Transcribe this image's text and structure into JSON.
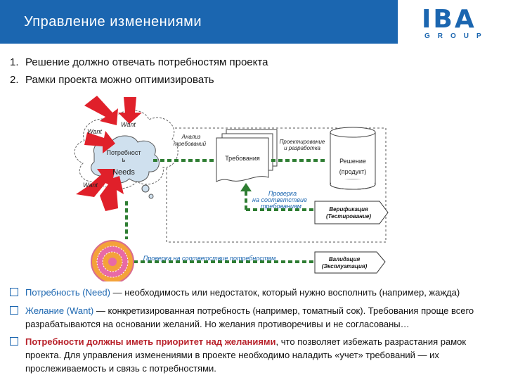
{
  "header": {
    "title": "Управление изменениями"
  },
  "logo": {
    "main": "IBA",
    "sub": "GROUP"
  },
  "points": [
    {
      "num": "1.",
      "text": "Решение должно отвечать потребностям проекта"
    },
    {
      "num": "2.",
      "text": "Рамки проекта можно оптимизировать"
    }
  ],
  "diagram": {
    "want": "Want",
    "need_label": "Потребност ь",
    "needs": "Needs",
    "analysis": "Анализ требований",
    "requirements": "Требования",
    "design": "Проектирование и разработка",
    "solution": "Решение",
    "product": "(продукт)",
    "check_req": "Проверка на соответствие требованиям",
    "verification": "Верификация (Тестирование)",
    "check_needs": "Проверка на соответствие потребностям",
    "validation": "Валидация (Эксплуатация)"
  },
  "bullets": [
    {
      "term": "Потребность (Need)",
      "rest": " — необходимость или недостаток, который нужно восполнить (например, жажда)"
    },
    {
      "term": "Желание (Want)",
      "rest": " — конкретизированная потребность (например, томатный сок). Требования проще всего разрабатываются на основании желаний. Но желания противоречивы и не согласованы…"
    },
    {
      "term": "Потребности должны иметь приоритет над желаниями",
      "rest": ", что позволяет избежать разрастания рамок проекта. Для управления изменениями в проекте необходимо наладить «учет» требований — их прослеживаемость и связь с потребностями."
    }
  ],
  "colors": {
    "brand": "#1b66b0",
    "accent_red": "#b8222b",
    "arrow_green": "#2e7d32",
    "want_arrow": "#e0202a"
  }
}
